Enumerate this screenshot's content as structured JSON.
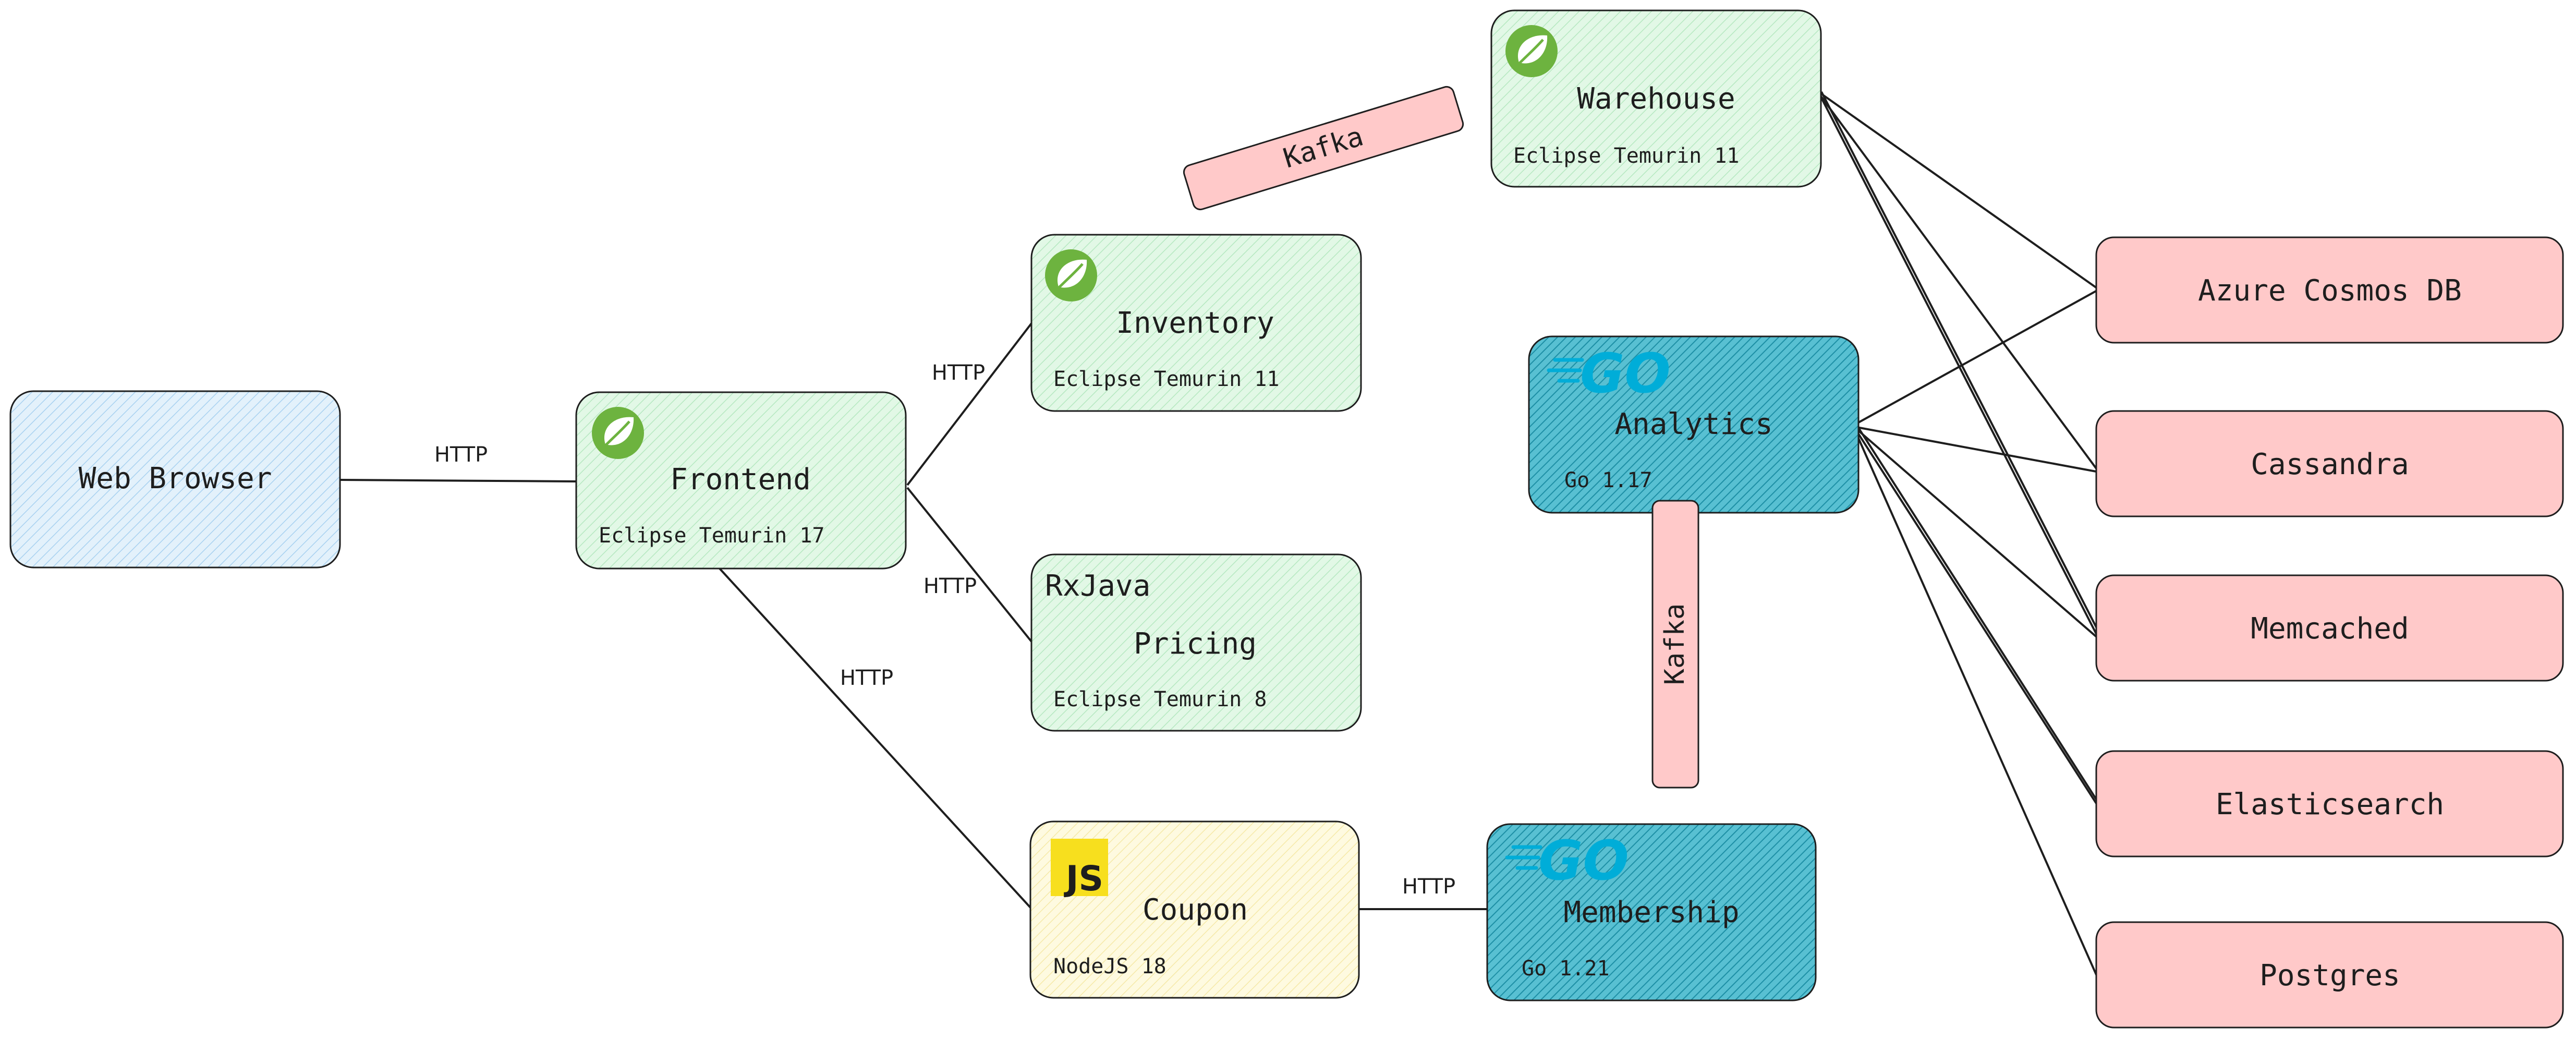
{
  "colors": {
    "stroke": "#1e1e1e",
    "web_fill": "#d6ebfa",
    "spring_fill": "#d4f5dc",
    "js_fill": "#fdf6c8",
    "go_fill": "#3bb2c7",
    "db_fill": "#ffc9c9",
    "kafka_fill": "#ffc9c9",
    "spring_leaf": "#6db33f",
    "go_blue": "#00add8",
    "js_yellow": "#f7df1e"
  },
  "nodes": {
    "web_browser": {
      "title": "Web Browser"
    },
    "frontend": {
      "title": "Frontend",
      "runtime": "Eclipse Temurin 17",
      "icon": "spring-leaf-icon"
    },
    "inventory": {
      "title": "Inventory",
      "runtime": "Eclipse Temurin 11",
      "icon": "spring-leaf-icon"
    },
    "pricing": {
      "title": "Pricing",
      "runtime": "Eclipse Temurin 8",
      "tag": "RxJava"
    },
    "coupon": {
      "title": "Coupon",
      "runtime": "NodeJS 18",
      "icon": "javascript-logo-icon",
      "logo_text": "JS"
    },
    "warehouse": {
      "title": "Warehouse",
      "runtime": "Eclipse Temurin 11",
      "icon": "spring-leaf-icon"
    },
    "analytics": {
      "title": "Analytics",
      "runtime": "Go 1.17",
      "icon": "go-logo-icon",
      "logo_text": "GO"
    },
    "membership": {
      "title": "Membership",
      "runtime": "Go 1.21",
      "icon": "go-logo-icon",
      "logo_text": "GO"
    },
    "cosmos": {
      "title": "Azure Cosmos DB"
    },
    "cassandra": {
      "title": "Cassandra"
    },
    "memcached": {
      "title": "Memcached"
    },
    "elasticsearch": {
      "title": "Elasticsearch"
    },
    "postgres": {
      "title": "Postgres"
    }
  },
  "edges": {
    "browser_frontend": "HTTP",
    "frontend_inventory": "HTTP",
    "frontend_pricing": "HTTP",
    "frontend_coupon": "HTTP",
    "coupon_membership": "HTTP"
  },
  "queues": {
    "inventory_warehouse": "Kafka",
    "membership_analytics": "Kafka"
  }
}
